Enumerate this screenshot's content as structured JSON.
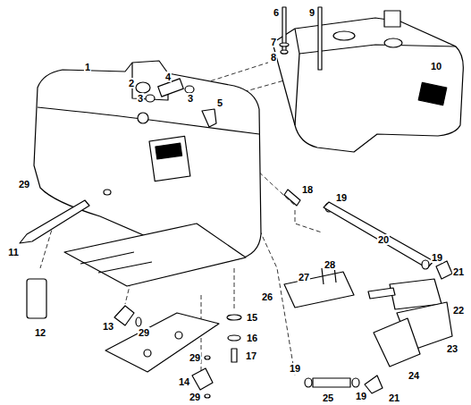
{
  "diagram": {
    "labels": [
      "6",
      "9",
      "1",
      "10",
      "2",
      "4",
      "3",
      "3",
      "5",
      "7",
      "8",
      "29",
      "18",
      "19",
      "11",
      "20",
      "19",
      "21",
      "28",
      "27",
      "26",
      "22",
      "12",
      "13",
      "29",
      "15",
      "16",
      "23",
      "17",
      "29",
      "24",
      "14",
      "19",
      "25",
      "19",
      "21",
      "29"
    ]
  }
}
